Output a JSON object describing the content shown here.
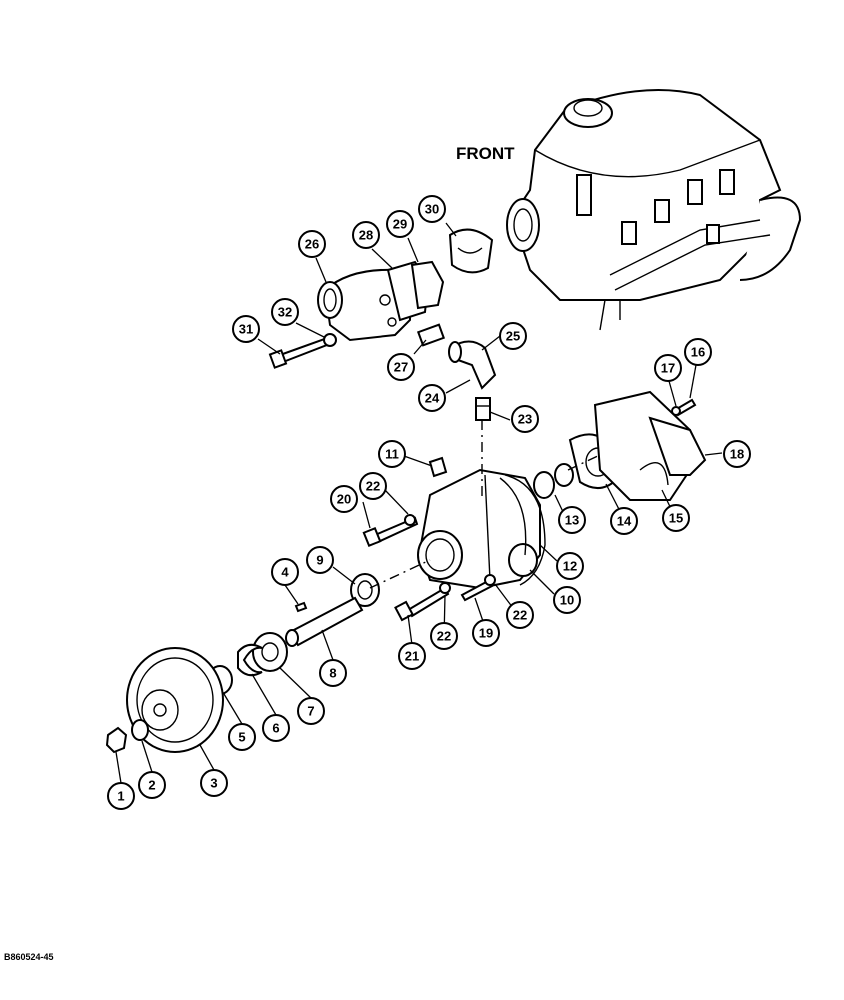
{
  "front_label": "FRONT",
  "figure_code": "B860524-45",
  "callouts": [
    "1",
    "2",
    "3",
    "4",
    "5",
    "6",
    "7",
    "8",
    "9",
    "10",
    "11",
    "12",
    "13",
    "14",
    "15",
    "16",
    "17",
    "18",
    "19",
    "20",
    "21",
    "22",
    "22",
    "22",
    "23",
    "24",
    "25",
    "26",
    "27",
    "28",
    "29",
    "30",
    "31",
    "32"
  ]
}
